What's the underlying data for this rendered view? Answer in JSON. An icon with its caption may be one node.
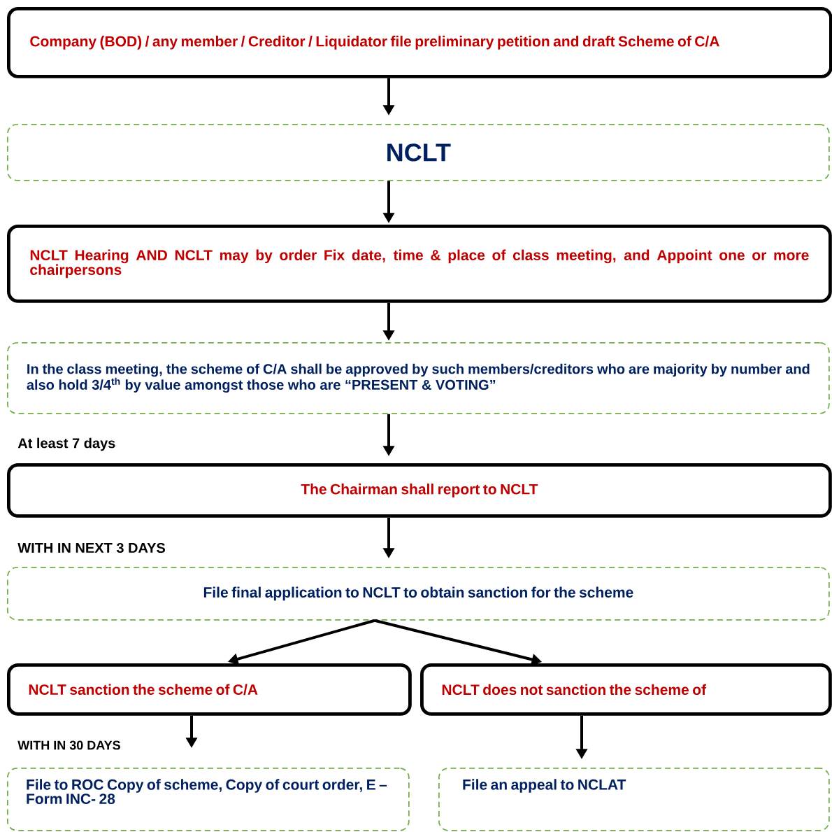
{
  "diagram": {
    "nodes": [
      {
        "text": [
          "Company (BOD) / any member / Creditor / Liquidator file preliminary petition and draft Scheme of C/A"
        ]
      },
      {
        "text": [
          "NCLT"
        ]
      },
      {
        "text": [
          "NCLT Hearing AND NCLT may by order Fix date, time & place of class meeting, and Appoint one or more chairpersons"
        ]
      },
      {
        "text": [
          "In the class meeting, the scheme of C/A shall be approved by such members/creditors who are majority by number and also hold 3/4$^{th}$ by value amongst those who are “PRESENT & VOTING”"
        ]
      },
      {
        "text": [
          "The Chairman shall report to NCLT"
        ]
      },
      {
        "text": [
          "File final application to NCLT to obtain sanction for the scheme"
        ]
      },
      {
        "text": [
          "NCLT sanction the scheme of C/A"
        ]
      },
      {
        "text": [
          "NCLT does not sanction the scheme of"
        ]
      },
      {
        "text": [
          "File to ROC Copy of scheme, Copy of court order, E – Form INC- 28"
        ]
      },
      {
        "text": [
          "File an appeal to NCLAT"
        ]
      }
    ],
    "edges": [
      {
        "from": 0,
        "to": 1,
        "arrow": "to"
      },
      {
        "from": 1,
        "to": 2,
        "arrow": "to"
      },
      {
        "from": 2,
        "to": 3,
        "arrow": "to"
      },
      {
        "from": 3,
        "to": 4,
        "arrow": "to"
      },
      {
        "from": 4,
        "to": 5,
        "arrow": "to"
      },
      {
        "from": 5,
        "to": 6,
        "arrow": "to"
      },
      {
        "from": 5,
        "to": 7,
        "arrow": "to"
      },
      {
        "from": 6,
        "to": 8,
        "arrow": "to"
      },
      {
        "from": 7,
        "to": 9,
        "arrow": "to"
      }
    ],
    "labels": [
      "At least 7 days",
      "WITH IN NEXT 3 DAYS",
      "WITH IN 30 DAYS"
    ]
  }
}
